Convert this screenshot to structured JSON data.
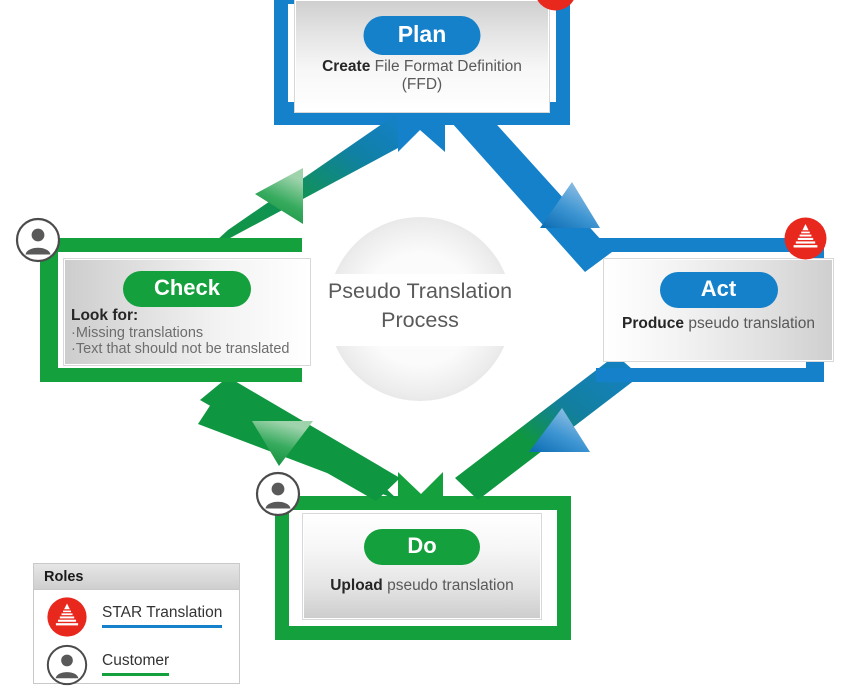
{
  "diagram": {
    "title": "Pseudo Translation Process",
    "type": "pdca-cycle",
    "centre": {
      "line1": "Pseudo Translation",
      "line2": "Process"
    },
    "colors": {
      "blue": "#1581ca",
      "green": "#14a03c",
      "red": "#e8271d",
      "text_gray": "#595959",
      "text_dark": "#262626"
    },
    "stages": [
      {
        "id": "plan",
        "pill": "Plan",
        "pill_color": "#1581ca",
        "role": "star-translation",
        "text_bold": "Create",
        "text_rest": " File Format Definition",
        "text_line2": "(FFD)"
      },
      {
        "id": "act",
        "pill": "Act",
        "pill_color": "#1581ca",
        "role": "star-translation",
        "text_bold": "Produce",
        "text_rest": " pseudo translation"
      },
      {
        "id": "do",
        "pill": "Do",
        "pill_color": "#14a03c",
        "role": "customer",
        "text_bold": "Upload",
        "text_rest": " pseudo translation"
      },
      {
        "id": "check",
        "pill": "Check",
        "pill_color": "#14a03c",
        "role": "customer",
        "heading": "Look for:",
        "bullets": [
          "·Missing translations",
          "·Text that should not be translated"
        ]
      }
    ]
  },
  "legend": {
    "title": "Roles",
    "items": [
      {
        "label": "STAR Translation",
        "icon": "star-pyramid-icon",
        "color": "#1581ca"
      },
      {
        "label": "Customer",
        "icon": "person-icon",
        "color": "#14a03c"
      }
    ]
  }
}
